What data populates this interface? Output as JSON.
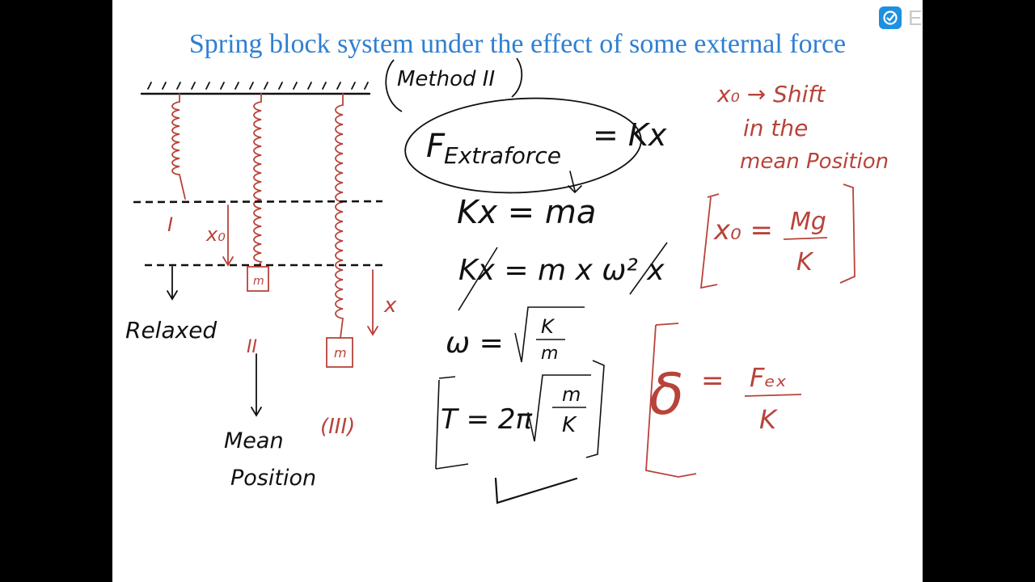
{
  "title": "Spring block system under the effect of some external force",
  "brand": {
    "name": "EasyTeach",
    "icon": "check-circle-icon",
    "color": "#1e90e0"
  },
  "colors": {
    "title": "#2f7fd1",
    "black_ink": "#111111",
    "red_ink": "#b8433a"
  },
  "diagram": {
    "label_relaxed_numeral": "I",
    "label_relaxed": "Relaxed",
    "label_mean_numeral": "II",
    "label_mean_line1": "Mean",
    "label_mean_line2": "Position",
    "label_extended_numeral": "(III)",
    "label_x0": "x₀",
    "label_x": "x",
    "block_label": "m"
  },
  "method": {
    "heading": "Method II",
    "eq1_lhs": "F",
    "eq1_sub": "Extraforce",
    "eq1_rhs": "= Kx",
    "eq2": "Kx = ma",
    "eq3": "Kx = m x ω² x",
    "eq4_lhs": "ω =",
    "eq4_num": "K",
    "eq4_den": "m",
    "eq5_lhs": "T = 2π",
    "eq5_num": "m",
    "eq5_den": "K"
  },
  "notes": {
    "shift_line1": "x₀ → Shift",
    "shift_line2": "in the",
    "shift_line3": "mean Position",
    "x0_lhs": "x₀ =",
    "x0_num": "Mg",
    "x0_den": "K",
    "delta_symbol": "δ",
    "delta_eq": "=",
    "delta_num": "Fₑₓ",
    "delta_den": "K"
  }
}
